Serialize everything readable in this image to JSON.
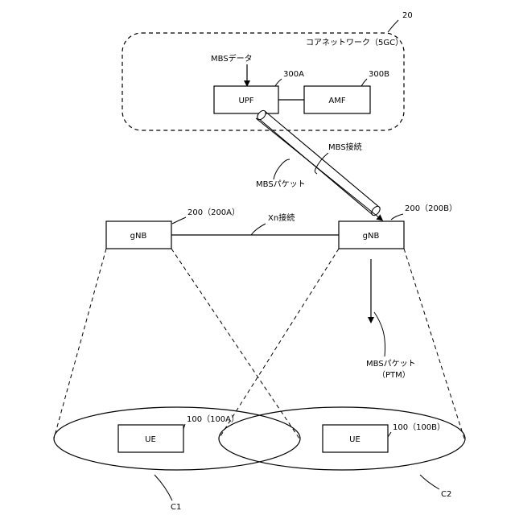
{
  "figure_number": "20",
  "core_network": {
    "label": "コアネットワーク（5GC）"
  },
  "mbs_data_label": "MBSデータ",
  "upf": {
    "label": "UPF",
    "ref": "300A"
  },
  "amf": {
    "label": "AMF",
    "ref": "300B"
  },
  "mbs_connection_label": "MBS接続",
  "mbs_packet_label": "MBSパケット",
  "gnb_a": {
    "label": "gNB",
    "ref": "200（200A）"
  },
  "gnb_b": {
    "label": "gNB",
    "ref": "200（200B）"
  },
  "xn_label": "Xn接続",
  "ptm_label_line1": "MBSパケット",
  "ptm_label_line2": "（PTM）",
  "ue_a": {
    "label": "UE",
    "ref": "100（100A）"
  },
  "ue_b": {
    "label": "UE",
    "ref": "100（100B）"
  },
  "cell_1": "C1",
  "cell_2": "C2"
}
